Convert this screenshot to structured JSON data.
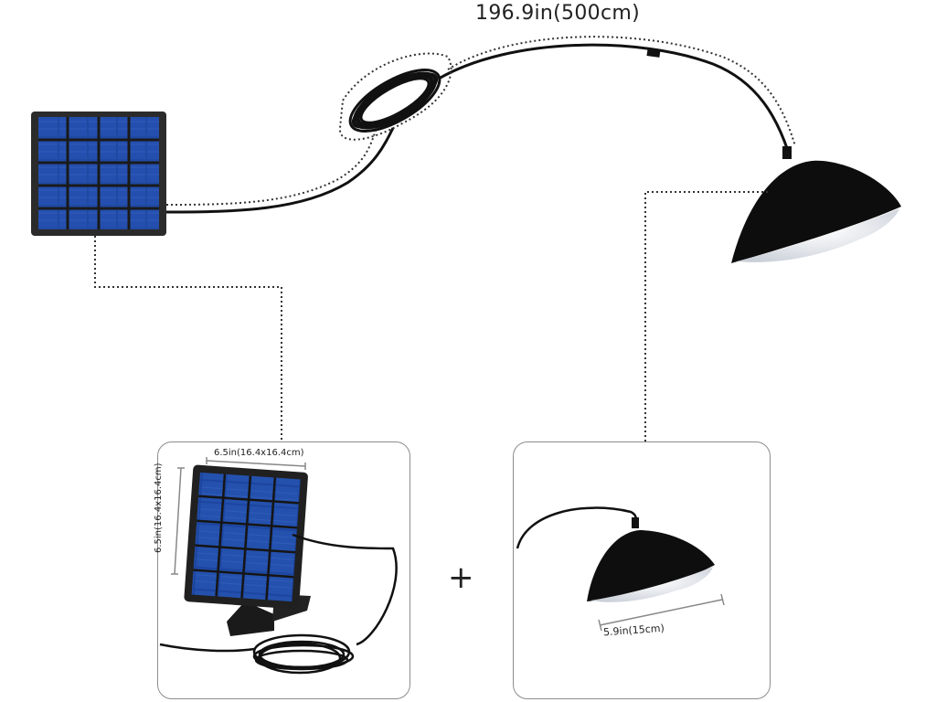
{
  "cable_length_label": "196.9in(500cm)",
  "panel_dimension_width": "6.5in(16.4x16.4cm)",
  "panel_dimension_height": "6.5in(16.4x16.4cm)",
  "lamp_diameter_label": "5.9in(15cm)",
  "plus_sign": "+"
}
